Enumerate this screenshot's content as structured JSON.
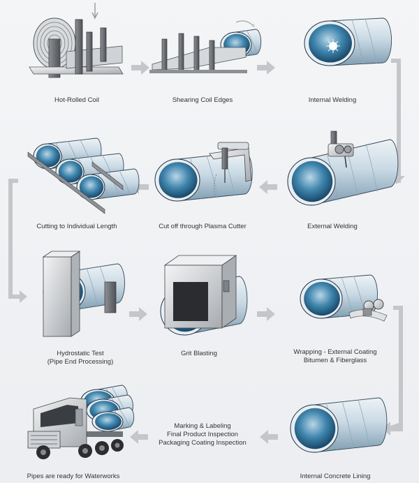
{
  "steps": [
    {
      "id": "s1",
      "lines": [
        "Hot-Rolled Coil"
      ]
    },
    {
      "id": "s2",
      "lines": [
        "Shearing Coil Edges"
      ]
    },
    {
      "id": "s3",
      "lines": [
        "Internal Welding"
      ]
    },
    {
      "id": "s4",
      "lines": [
        "External Welding"
      ]
    },
    {
      "id": "s5",
      "lines": [
        "Cut off through Plasma Cutter"
      ]
    },
    {
      "id": "s6",
      "lines": [
        "Cutting to Individual Length"
      ]
    },
    {
      "id": "s7",
      "lines": [
        "Hydrostatic Test",
        "(Pipe End Processing)"
      ]
    },
    {
      "id": "s8",
      "lines": [
        "Grit Blasting"
      ]
    },
    {
      "id": "s9",
      "lines": [
        "Wrapping - External Coating",
        "Bitumen & Fiberglass"
      ]
    },
    {
      "id": "s10",
      "lines": [
        "Internal Concrete Lining"
      ]
    },
    {
      "id": "s11",
      "lines": [
        "Marking & Labeling",
        "Final Product Inspection",
        "Packaging Coating Inspection"
      ]
    },
    {
      "id": "s12",
      "lines": [
        "Pipes are ready for Waterworks"
      ]
    }
  ],
  "colors": {
    "pipe_inner": "#2e6d95",
    "pipe_shell": "#c7d8e3",
    "metal": "#d7d9dc",
    "arrow": "#c4c6c9"
  }
}
